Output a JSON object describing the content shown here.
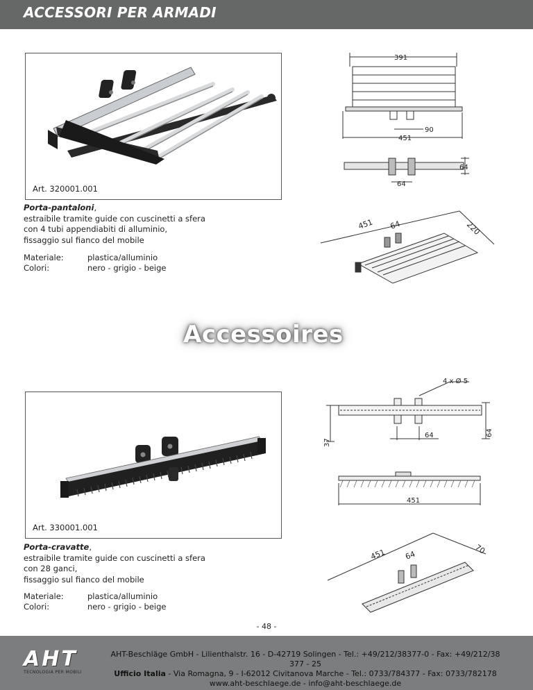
{
  "header": {
    "title": "ACCESSORI PER ARMADI"
  },
  "product1": {
    "art": "Art.  320001.001",
    "name": "Porta-pantaloni",
    "desc_rest": ",",
    "lines": [
      "estraibile tramite guide con cuscinetti a sfera",
      "con 4 tubi appendiabiti di alluminio,",
      "fissaggio sul fianco del mobile"
    ],
    "material_label": "Materiale:",
    "material_value": "plastica/alluminio",
    "colors_label": "Colori:",
    "colors_value": "nero - grigio - beige",
    "dims": {
      "d391": "391",
      "d90": "90",
      "d451": "451",
      "d64a": "64",
      "d64b": "64",
      "iso451": "451",
      "iso64": "64",
      "iso220": "220"
    }
  },
  "watermark": "Accessoires",
  "product2": {
    "art": "Art. 330001.001",
    "name": "Porta-cravatte",
    "desc_rest": ",",
    "lines": [
      "estraibile tramite guide con cuscinetti a sfera",
      "con 28 ganci,",
      "fissaggio sul fianco del mobile"
    ],
    "material_label": "Materiale:",
    "material_value": "plastica/alluminio",
    "colors_label": "Colori:",
    "colors_value": "nero - grigio - beige",
    "dims": {
      "holes": "4 x Ø 5",
      "d37": "37",
      "d64a": "64",
      "d64b": "64",
      "d451": "451",
      "iso451": "451",
      "iso64": "64",
      "iso70": "70"
    }
  },
  "page_number": "- 48 -",
  "footer": {
    "logo": "AHT",
    "logo_sub": "TECNOLOGIA PER MOBILI",
    "line1": "AHT-Beschläge GmbH - Lilienthalstr. 16 - D-42719 Solingen - Tel.: +49/212/38377-0 - Fax: +49/212/38 377 - 25",
    "line2_bold": "Ufficio Italia",
    "line2_rest": " - Via Romagna, 9 - I-62012 Civitanova Marche - Tel.: 0733/784377 - Fax: 0733/782178",
    "line3": "www.aht-beschlaege.de -  info@aht-beschlaege.de"
  },
  "colors": {
    "header_bg": "#666767",
    "footer_bg": "#7c7d7e"
  }
}
